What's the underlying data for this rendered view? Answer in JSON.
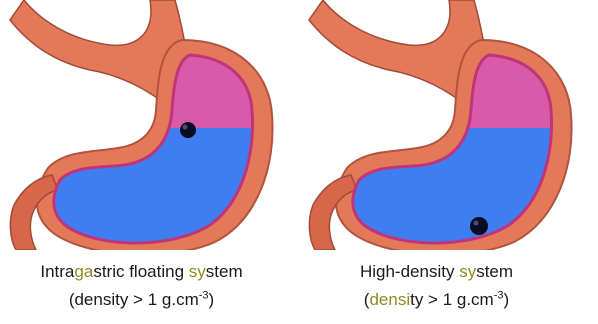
{
  "colors": {
    "stomach_wall": "#e4795a",
    "stomach_outline": "#c0357a",
    "gas_layer": "#d85aa8",
    "fluid_layer": "#3f7ef0",
    "dosage_form": "#0b0b22",
    "caption_highlight": "#8c8c1e"
  },
  "panels": [
    {
      "caption_line1": {
        "before": "Intra",
        "highlight": "ga",
        "middle": "stric floating ",
        "highlight2": "sy",
        "after": "stem"
      },
      "caption_line2": {
        "open": "(density > 1 g.cm",
        "exponent": "-3",
        "close": ")"
      },
      "dosage_form_position": "floating at fluid surface"
    },
    {
      "caption_line1": {
        "before": "High-density ",
        "highlight": "sy",
        "after": "stem"
      },
      "caption_line2": {
        "open": "(",
        "highlight": "densi",
        "middle": "ty > 1 g.cm",
        "exponent": "-3",
        "close": ")"
      },
      "dosage_form_position": "sunk at bottom of stomach"
    }
  ]
}
